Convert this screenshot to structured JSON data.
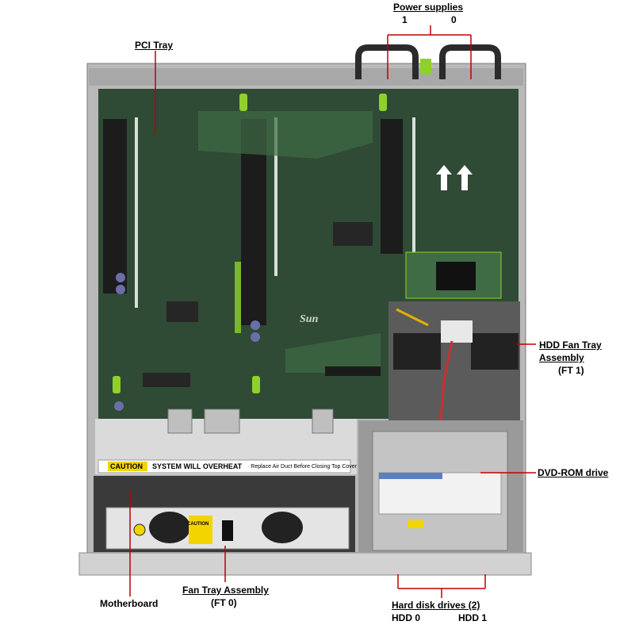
{
  "labels": {
    "power_supplies": "Power supplies",
    "psu_1": "1",
    "psu_0": "0",
    "pci_tray": "PCI Tray",
    "hdd_fan_tray_line1": "HDD Fan Tray",
    "hdd_fan_tray_line2": "Assembly",
    "hdd_fan_tray_line3": "(FT 1)",
    "dvd_rom": "DVD-ROM drive",
    "motherboard": "Motherboard",
    "fan_tray_line1": "Fan Tray  Assembly",
    "fan_tray_line2": "(FT 0)",
    "hdd_line1": "Hard disk drives (2)",
    "hdd_0": "HDD 0",
    "hdd_1": "HDD 1"
  },
  "printed": {
    "caution_tag": "CAUTION",
    "caution_text": "SYSTEM WILL OVERHEAT",
    "caution_sub": "· Replace Air Duct Before Closing Top Cover",
    "sun_logo": "Sun",
    "fan_caution": "CAUTION"
  },
  "colors": {
    "board": "#2f4a35",
    "chassis": "#c8c8c8",
    "latch": "#8fd12a",
    "caution_yellow": "#f2d400"
  }
}
